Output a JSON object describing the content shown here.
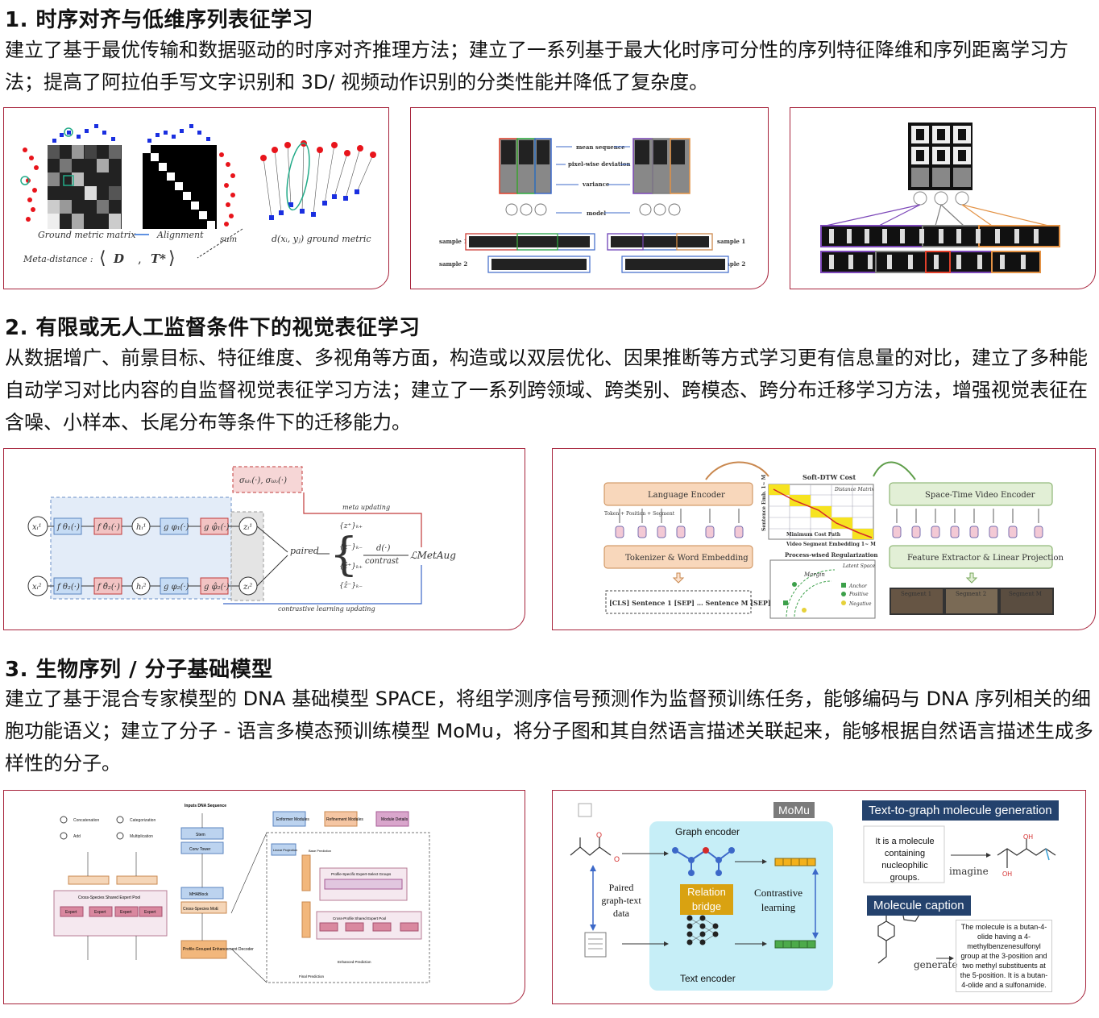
{
  "sections": [
    {
      "heading": "1. 时序对齐与低维序列表征学习",
      "text": "建立了基于最优传输和数据驱动的时序对齐推理方法；建立了一系列基于最大化时序可分性的序列特征降维和序列距离学习方法；提高了阿拉伯手写文字识别和 3D/ 视频动作识别的分类性能并降低了复杂度。"
    },
    {
      "heading": "2. 有限或无人工监督条件下的视觉表征学习",
      "text": "从数据增广、前景目标、特征维度、多视角等方面，构造或以双层优化、因果推断等方式学习更有信息量的对比，建立了多种能自动学习对比内容的自监督视觉表征学习方法；建立了一系列跨领域、跨类别、跨模态、跨分布迁移学习方法，增强视觉表征在含噪、小样本、长尾分布等条件下的迁移能力。"
    },
    {
      "heading": "3. 生物序列 / 分子基础模型",
      "text": "建立了基于混合专家模型的 DNA 基础模型 SPACE，将组学测序信号预测作为监督预训练任务，能够编码与 DNA 序列相关的细胞功能语义；建立了分子 - 语言多模态预训练模型 MoMu，将分子图和其自然语言描述关联起来，能够根据自然语言描述生成多样性的分子。"
    }
  ],
  "fig1": {
    "ground_metric": "Ground metric matrix",
    "alignment": "Alignment",
    "sum": "sum",
    "meta_distance": "Meta-distance :",
    "D": "D",
    "T": "T*",
    "dxy": "d(xᵢ, yⱼ) ground metric"
  },
  "fig2": {
    "mean_sequence": "mean sequence",
    "pixel_dev": "pixel-wise deviation",
    "variance": "variance",
    "model": "model",
    "sample1": "sample 1",
    "sample2": "sample 2"
  },
  "fig4": {
    "meta_updating": "meta updating",
    "contrastive_updating": "contrastive learning updating",
    "paired": "paired",
    "contrast": "contrast",
    "loss": "ℒMetAug"
  },
  "fig5": {
    "language_encoder": "Language Encoder",
    "tokenizer": "Tokenizer & Word Embedding",
    "sentences": "[CLS] Sentence 1 [SEP]   …   Sentence M [SEP]",
    "soft_dtw": "Soft-DTW Cost",
    "distance_matrix": "Distance Matrix",
    "min_cost": "Minimum Cost Path",
    "video_seg": "Video Segment Embedding 1~ M",
    "sent_emb": "Sentence Emb. 1~ M",
    "process_reg": "Process-wised Regularization",
    "latent_space": "Latent Space",
    "margin": "Margin",
    "anchor": "Anchor",
    "positive": "Positive",
    "negative": "Negative",
    "space_time": "Space-Time Video Encoder",
    "feature_extractor": "Feature Extractor & Linear Projection",
    "segment1": "Segment 1",
    "segment2": "Segment 2",
    "segmentM": "Segment M",
    "token_legend": "Token + Position + Segment"
  },
  "fig6": {
    "input": "Inputs DNA Sequence",
    "stem": "Stem",
    "conv": "Conv Tower",
    "mha": "MHABlock",
    "moe": "Cross-Species MoE",
    "decoder": "Profile-Grouped Enhancement Decoder",
    "enformer": "Enformer Modules",
    "refinement": "Refinement Modules",
    "details": "Module Details",
    "concat": "Concatenation",
    "categ": "Categorization",
    "add": "Add",
    "mult": "Multiplication",
    "expert": "Expert",
    "shared_pool": "Cross-Species Shared Expert Pool",
    "profile_specific": "Profile-Specific Expert-Select Groups",
    "profile_shared": "Cross-Profile Shared Expert Pool",
    "enhanced_prediction": "Enhanced Prediction",
    "final_prediction": "Final Prediction",
    "base_prediction": "Base Prediction",
    "linear_projection": "Linear Projection"
  },
  "fig7": {
    "momu": "MoMu",
    "graph_encoder": "Graph encoder",
    "text_encoder": "Text encoder",
    "relation_bridge": "Relation bridge",
    "contrastive": "Contrastive learning",
    "paired": "Paired graph-text data",
    "t2g": "Text-to-graph molecule generation",
    "t2g_text": "It is a molecule containing nucleophilic groups.",
    "imagine": "imagine",
    "caption": "Molecule caption",
    "generate": "generate",
    "caption_text": "The molecule is a butan-4-olide having a 4-methylbenzenesulfonyl group at the 3-position and two methyl substituents at the 5-position. It is a butan-4-olide and a sulfonamide."
  }
}
